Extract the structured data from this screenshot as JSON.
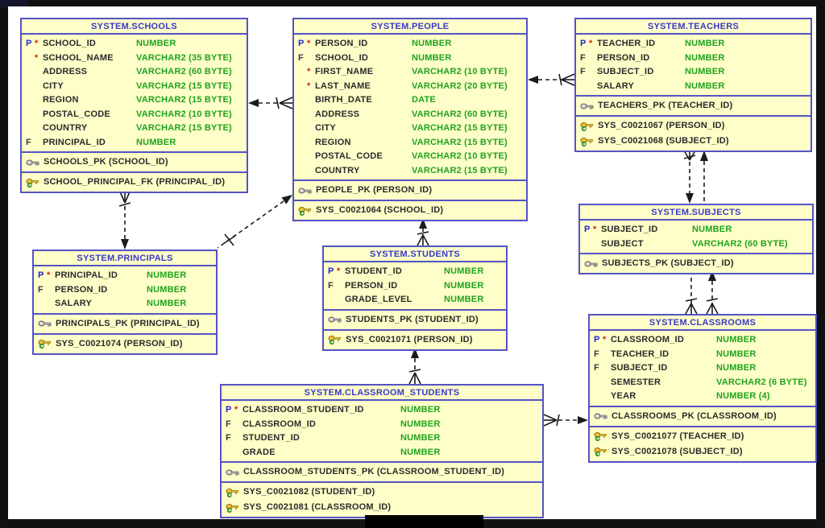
{
  "diagram": {
    "entities": [
      {
        "id": "schools",
        "title": "SYSTEM.SCHOOLS",
        "columns": [
          {
            "flag": "P",
            "required": true,
            "name": "SCHOOL_ID",
            "type": "NUMBER"
          },
          {
            "flag": "",
            "required": true,
            "name": "SCHOOL_NAME",
            "type": "VARCHAR2 (35 BYTE)"
          },
          {
            "flag": "",
            "required": false,
            "name": "ADDRESS",
            "type": "VARCHAR2 (60 BYTE)"
          },
          {
            "flag": "",
            "required": false,
            "name": "CITY",
            "type": "VARCHAR2 (15 BYTE)"
          },
          {
            "flag": "",
            "required": false,
            "name": "REGION",
            "type": "VARCHAR2 (15 BYTE)"
          },
          {
            "flag": "",
            "required": false,
            "name": "POSTAL_CODE",
            "type": "VARCHAR2 (10 BYTE)"
          },
          {
            "flag": "",
            "required": false,
            "name": "COUNTRY",
            "type": "VARCHAR2 (15 BYTE)"
          },
          {
            "flag": "F",
            "required": false,
            "name": "PRINCIPAL_ID",
            "type": "NUMBER"
          }
        ],
        "pk": [
          "SCHOOLS_PK (SCHOOL_ID)"
        ],
        "fk": [
          "SCHOOL_PRINCIPAL_FK (PRINCIPAL_ID)"
        ]
      },
      {
        "id": "people",
        "title": "SYSTEM.PEOPLE",
        "columns": [
          {
            "flag": "P",
            "required": true,
            "name": "PERSON_ID",
            "type": "NUMBER"
          },
          {
            "flag": "F",
            "required": false,
            "name": "SCHOOL_ID",
            "type": "NUMBER"
          },
          {
            "flag": "",
            "required": true,
            "name": "FIRST_NAME",
            "type": "VARCHAR2 (10 BYTE)"
          },
          {
            "flag": "",
            "required": true,
            "name": "LAST_NAME",
            "type": "VARCHAR2 (20 BYTE)"
          },
          {
            "flag": "",
            "required": false,
            "name": "BIRTH_DATE",
            "type": "DATE"
          },
          {
            "flag": "",
            "required": false,
            "name": "ADDRESS",
            "type": "VARCHAR2 (60 BYTE)"
          },
          {
            "flag": "",
            "required": false,
            "name": "CITY",
            "type": "VARCHAR2 (15 BYTE)"
          },
          {
            "flag": "",
            "required": false,
            "name": "REGION",
            "type": "VARCHAR2 (15 BYTE)"
          },
          {
            "flag": "",
            "required": false,
            "name": "POSTAL_CODE",
            "type": "VARCHAR2 (10 BYTE)"
          },
          {
            "flag": "",
            "required": false,
            "name": "COUNTRY",
            "type": "VARCHAR2 (15 BYTE)"
          }
        ],
        "pk": [
          "PEOPLE_PK (PERSON_ID)"
        ],
        "fk": [
          "SYS_C0021064 (SCHOOL_ID)"
        ]
      },
      {
        "id": "teachers",
        "title": "SYSTEM.TEACHERS",
        "columns": [
          {
            "flag": "P",
            "required": true,
            "name": "TEACHER_ID",
            "type": "NUMBER"
          },
          {
            "flag": "F",
            "required": false,
            "name": "PERSON_ID",
            "type": "NUMBER"
          },
          {
            "flag": "F",
            "required": false,
            "name": "SUBJECT_ID",
            "type": "NUMBER"
          },
          {
            "flag": "",
            "required": false,
            "name": "SALARY",
            "type": "NUMBER"
          }
        ],
        "pk": [
          "TEACHERS_PK (TEACHER_ID)"
        ],
        "fk": [
          "SYS_C0021067 (PERSON_ID)",
          "SYS_C0021068 (SUBJECT_ID)"
        ]
      },
      {
        "id": "principals",
        "title": "SYSTEM.PRINCIPALS",
        "columns": [
          {
            "flag": "P",
            "required": true,
            "name": "PRINCIPAL_ID",
            "type": "NUMBER"
          },
          {
            "flag": "F",
            "required": false,
            "name": "PERSON_ID",
            "type": "NUMBER"
          },
          {
            "flag": "",
            "required": false,
            "name": "SALARY",
            "type": "NUMBER"
          }
        ],
        "pk": [
          "PRINCIPALS_PK (PRINCIPAL_ID)"
        ],
        "fk": [
          "SYS_C0021074 (PERSON_ID)"
        ]
      },
      {
        "id": "students",
        "title": "SYSTEM.STUDENTS",
        "columns": [
          {
            "flag": "P",
            "required": true,
            "name": "STUDENT_ID",
            "type": "NUMBER"
          },
          {
            "flag": "F",
            "required": false,
            "name": "PERSON_ID",
            "type": "NUMBER"
          },
          {
            "flag": "",
            "required": false,
            "name": "GRADE_LEVEL",
            "type": "NUMBER"
          }
        ],
        "pk": [
          "STUDENTS_PK (STUDENT_ID)"
        ],
        "fk": [
          "SYS_C0021071 (PERSON_ID)"
        ]
      },
      {
        "id": "subjects",
        "title": "SYSTEM.SUBJECTS",
        "columns": [
          {
            "flag": "P",
            "required": true,
            "name": "SUBJECT_ID",
            "type": "NUMBER"
          },
          {
            "flag": "",
            "required": false,
            "name": "SUBJECT",
            "type": "VARCHAR2 (60 BYTE)"
          }
        ],
        "pk": [
          "SUBJECTS_PK (SUBJECT_ID)"
        ],
        "fk": []
      },
      {
        "id": "classrooms",
        "title": "SYSTEM.CLASSROOMS",
        "columns": [
          {
            "flag": "P",
            "required": true,
            "name": "CLASSROOM_ID",
            "type": "NUMBER"
          },
          {
            "flag": "F",
            "required": false,
            "name": "TEACHER_ID",
            "type": "NUMBER"
          },
          {
            "flag": "F",
            "required": false,
            "name": "SUBJECT_ID",
            "type": "NUMBER"
          },
          {
            "flag": "",
            "required": false,
            "name": "SEMESTER",
            "type": "VARCHAR2 (6 BYTE)"
          },
          {
            "flag": "",
            "required": false,
            "name": "YEAR",
            "type": "NUMBER (4)"
          }
        ],
        "pk": [
          "CLASSROOMS_PK (CLASSROOM_ID)"
        ],
        "fk": [
          "SYS_C0021077 (TEACHER_ID)",
          "SYS_C0021078 (SUBJECT_ID)"
        ]
      },
      {
        "id": "classroom_students",
        "title": "SYSTEM.CLASSROOM_STUDENTS",
        "columns": [
          {
            "flag": "P",
            "required": true,
            "name": "CLASSROOM_STUDENT_ID",
            "type": "NUMBER"
          },
          {
            "flag": "F",
            "required": false,
            "name": "CLASSROOM_ID",
            "type": "NUMBER"
          },
          {
            "flag": "F",
            "required": false,
            "name": "STUDENT_ID",
            "type": "NUMBER"
          },
          {
            "flag": "",
            "required": false,
            "name": "GRADE",
            "type": "NUMBER"
          }
        ],
        "pk": [
          "CLASSROOM_STUDENTS_PK (CLASSROOM_STUDENT_ID)"
        ],
        "fk": [
          "SYS_C0021082 (STUDENT_ID)",
          "SYS_C0021081 (CLASSROOM_ID)"
        ]
      }
    ],
    "relationships": [
      {
        "from": "SYSTEM.PEOPLE",
        "to": "SYSTEM.SCHOOLS",
        "via": "SCHOOL_ID",
        "style": "dashed, arrow at SCHOOLS, crow-foot at PEOPLE"
      },
      {
        "from": "SYSTEM.TEACHERS",
        "to": "SYSTEM.PEOPLE",
        "via": "PERSON_ID",
        "style": "dashed, arrow at PEOPLE, crow-foot at TEACHERS"
      },
      {
        "from": "SYSTEM.SCHOOLS",
        "to": "SYSTEM.PRINCIPALS",
        "via": "PRINCIPAL_ID",
        "style": "dashed, crow-foot at SCHOOLS, arrow at PRINCIPALS"
      },
      {
        "from": "SYSTEM.PRINCIPALS",
        "to": "SYSTEM.PEOPLE",
        "via": "PERSON_ID",
        "style": "dashed diagonal, arrow at PEOPLE"
      },
      {
        "from": "SYSTEM.STUDENTS",
        "to": "SYSTEM.PEOPLE",
        "via": "PERSON_ID",
        "style": "dashed, arrow at PEOPLE, crow-foot at STUDENTS"
      },
      {
        "from": "SYSTEM.TEACHERS",
        "to": "SYSTEM.SUBJECTS",
        "via": "SUBJECT_ID",
        "style": "dashed, crow-foot at TEACHERS, arrow at SUBJECTS"
      },
      {
        "from": "SYSTEM.CLASSROOMS",
        "to": "SYSTEM.TEACHERS",
        "via": "TEACHER_ID",
        "style": "dashed, crow-foot at CLASSROOMS, arrow at TEACHERS"
      },
      {
        "from": "SYSTEM.CLASSROOMS",
        "to": "SYSTEM.SUBJECTS",
        "via": "SUBJECT_ID",
        "style": "dashed, crow-foot at CLASSROOMS, arrow at SUBJECTS"
      },
      {
        "from": "SYSTEM.CLASSROOM_STUDENTS",
        "to": "SYSTEM.CLASSROOMS",
        "via": "CLASSROOM_ID",
        "style": "dashed, crow-foot at CLASSROOM_STUDENTS, arrow at CLASSROOMS"
      },
      {
        "from": "SYSTEM.CLASSROOM_STUDENTS",
        "to": "SYSTEM.STUDENTS",
        "via": "STUDENT_ID",
        "style": "dashed, crow-foot at CLASSROOM_STUDENTS, arrow at STUDENTS"
      }
    ],
    "colors": {
      "entity_fill": "#fefec8",
      "entity_border": "#5353c5",
      "title_text": "#3939c9",
      "column_text": "#2b2b2b",
      "type_text": "#1fa31f",
      "pk_flag": "#2424cc",
      "required_marker": "#d42020",
      "relationship_line": "#1b1b1b",
      "canvas": "#ffffff",
      "frame": "#101010"
    }
  }
}
